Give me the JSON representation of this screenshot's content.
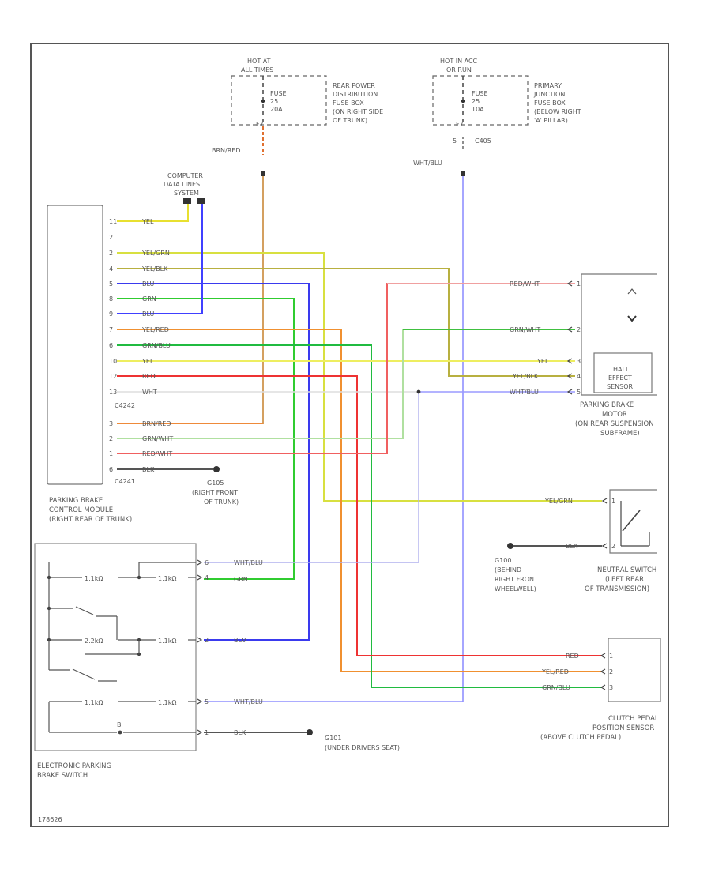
{
  "fuses": {
    "left_header_1": "HOT AT",
    "left_header_2": "ALL TIMES",
    "left_name": "FUSE",
    "left_num": "25",
    "left_amp": "20A",
    "left_pin": "F7",
    "left_box_1": "REAR POWER",
    "left_box_2": "DISTRIBUTION",
    "left_box_3": "FUSE BOX",
    "left_box_4": "(ON RIGHT SIDE",
    "left_box_5": "OF TRUNK)",
    "right_header_1": "HOT IN ACC",
    "right_header_2": "OR RUN",
    "right_name": "FUSE",
    "right_num": "25",
    "right_amp": "10A",
    "right_pin": "F7",
    "right_box_1": "PRIMARY",
    "right_box_2": "JUNCTION",
    "right_box_3": "FUSE BOX",
    "right_box_4": "(BELOW RIGHT",
    "right_box_5": "'A' PILLAR)",
    "right_conn_pin": "5",
    "right_conn": "C405"
  },
  "wires": {
    "brn_red": "BRN/RED",
    "wht_blu_top": "WHT/BLU",
    "yel": "YEL",
    "yel_grn": "YEL/GRN",
    "yel_blk": "YEL/BLK",
    "blu": "BLU",
    "grn": "GRN",
    "yel_red": "YEL/RED",
    "grn_blu": "GRN/BLU",
    "red": "RED",
    "wht": "WHT",
    "brn_red_lower": "BRN/RED",
    "grn_wht": "GRN/WHT",
    "red_wht": "RED/WHT",
    "blk": "BLK",
    "red_wht_right": "RED/WHT",
    "grn_wht_right": "GRN/WHT",
    "yel_right": "YEL",
    "yel_blk_right": "YEL/BLK",
    "wht_blu_right": "WHT/BLU",
    "yel_grn_right": "YEL/GRN",
    "blk_g100": "BLK",
    "wht_blu_sw1": "WHT/BLU",
    "grn_sw": "GRN",
    "blu_sw": "BLU",
    "wht_blu_sw2": "WHT/BLU",
    "blk_sw": "BLK",
    "red_clutch": "RED",
    "yel_red_clutch": "YEL/RED",
    "grn_blu_clutch": "GRN/BLU"
  },
  "module": {
    "pins": [
      "11",
      "2",
      "4",
      "5",
      "8",
      "9",
      "7",
      "6",
      "10",
      "12",
      "13"
    ],
    "conn_upper": "C4242",
    "lower_pins": [
      "3",
      "2",
      "1",
      "6"
    ],
    "conn_lower": "C4241",
    "label_1": "PARKING BRAKE",
    "label_2": "CONTROL MODULE",
    "label_3": "(RIGHT REAR OF TRUNK)"
  },
  "grounds": {
    "g105_name": "G105",
    "g105_1": "(RIGHT FRONT",
    "g105_2": "OF TRUNK)",
    "g100_1": "G100",
    "g100_2": "(BEHIND",
    "g100_3": "RIGHT FRONT",
    "g100_4": "WHEELWELL)",
    "g101_name": "G101",
    "g101_1": "(UNDER DRIVERS SEAT)"
  },
  "dlc": {
    "line1": "COMPUTER",
    "line2": "DATA LINES",
    "line3": "SYSTEM"
  },
  "actuator": {
    "label_1": "PARKING BRAKE",
    "label_2": "MOTOR",
    "label_3": "(ON REAR SUSPENSION",
    "label_4": "SUBFRAME)",
    "sensor_1": "HALL",
    "sensor_2": "EFFECT",
    "sensor_3": "SENSOR",
    "pins": [
      "1",
      "2",
      "3",
      "4",
      "5"
    ]
  },
  "neutral": {
    "label_1": "NEUTRAL SWITCH",
    "label_2": "(LEFT REAR",
    "label_3": "OF TRANSMISSION)",
    "pins": [
      "1",
      "2"
    ]
  },
  "clutch": {
    "label_1": "CLUTCH PEDAL",
    "label_2": "POSITION SENSOR",
    "label_3": "(ABOVE CLUTCH PEDAL)",
    "pins": [
      "1",
      "2",
      "3"
    ]
  },
  "ebswitch": {
    "label_1": "ELECTRONIC PARKING",
    "label_2": "BRAKE SWITCH",
    "pins": [
      "6",
      "4",
      "2",
      "5",
      "1"
    ],
    "res_1a": "1.1kΩ",
    "res_1b": "1.1kΩ",
    "res_2a": "2.2kΩ",
    "res_2b": "1.1kΩ",
    "res_3a": "1.1kΩ",
    "res_3b": "1.1kΩ",
    "bulb": "B"
  },
  "footer": {
    "code": "178626"
  }
}
